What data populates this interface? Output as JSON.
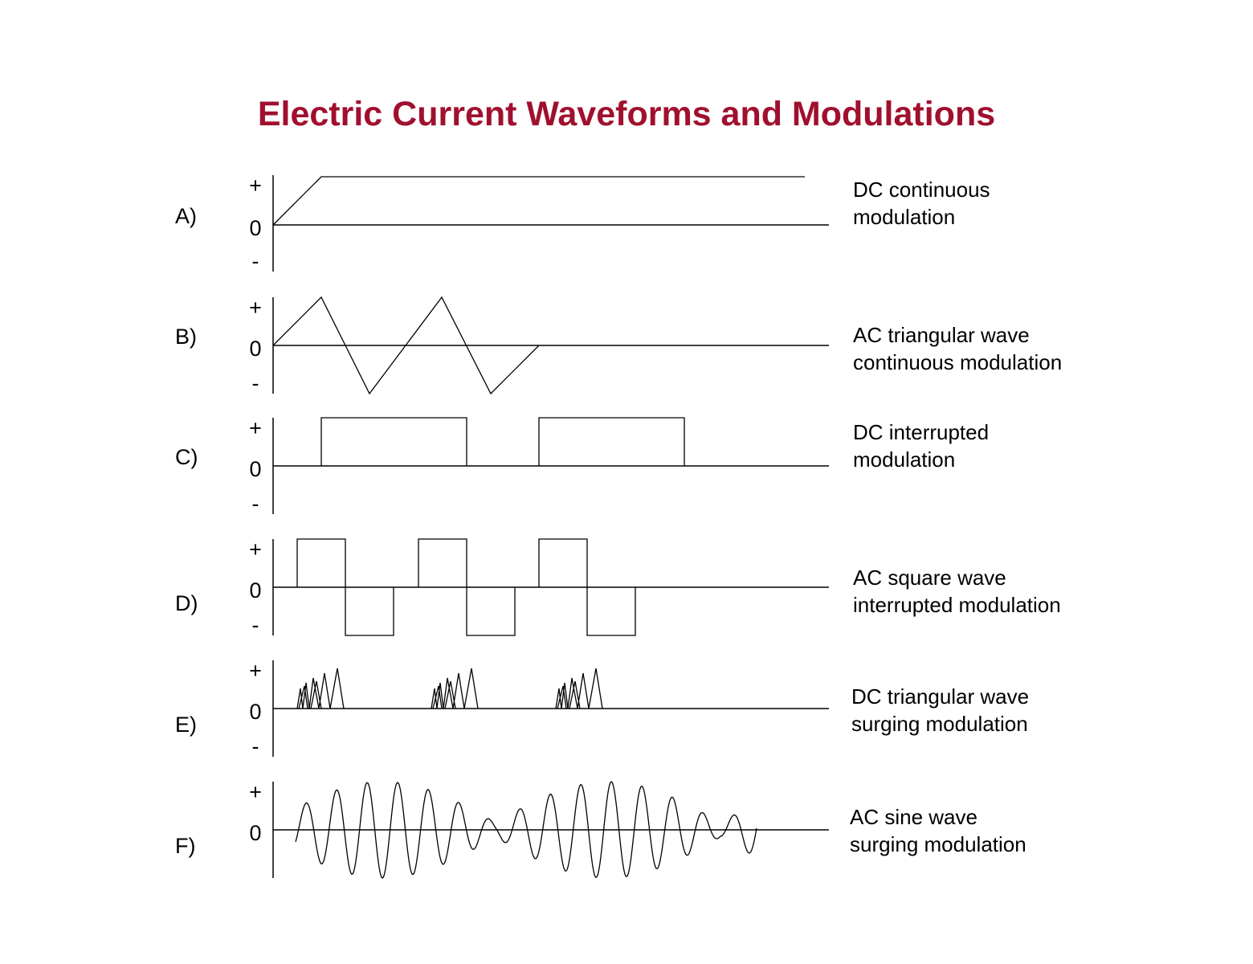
{
  "title": "Electric Current Waveforms and Modulations",
  "colors": {
    "title": "#a0102e",
    "lines": "#000000"
  },
  "axis_signs": {
    "plus": "+",
    "zero": "0",
    "minus": "-"
  },
  "panels": [
    {
      "id": "A",
      "letter": "A)",
      "show_minus": true,
      "waveform": "dc-continuous",
      "description": [
        "DC continuous",
        "modulation"
      ]
    },
    {
      "id": "B",
      "letter": "B)",
      "show_minus": true,
      "waveform": "ac-triangular-continuous",
      "description": [
        "AC triangular wave",
        "continuous modulation"
      ]
    },
    {
      "id": "C",
      "letter": "C)",
      "show_minus": true,
      "waveform": "dc-interrupted",
      "description": [
        "DC interrupted",
        "modulation"
      ]
    },
    {
      "id": "D",
      "letter": "D)",
      "show_minus": true,
      "waveform": "ac-square-interrupted",
      "description": [
        "AC square wave",
        "interrupted modulation"
      ]
    },
    {
      "id": "E",
      "letter": "E)",
      "show_minus": true,
      "waveform": "dc-triangular-surging",
      "description": [
        "DC triangular wave",
        "surging modulation"
      ]
    },
    {
      "id": "F",
      "letter": "F)",
      "show_minus": false,
      "waveform": "ac-sine-surging",
      "description": [
        "AC sine wave",
        "surging modulation"
      ]
    }
  ]
}
